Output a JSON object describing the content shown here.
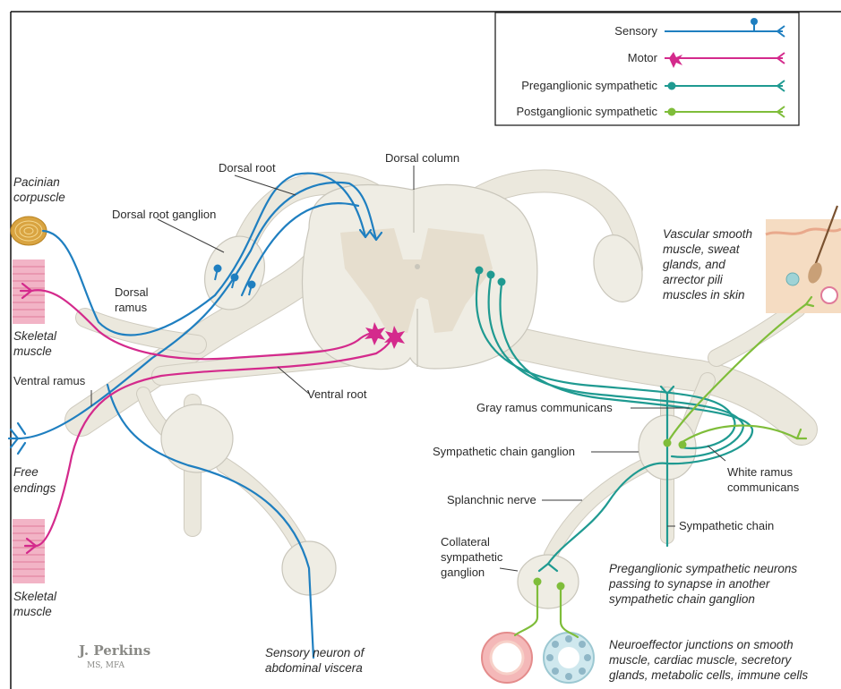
{
  "legend": {
    "items": [
      {
        "label": "Sensory",
        "color": "#1f7fc0",
        "marker": "circle-on-stalk"
      },
      {
        "label": "Motor",
        "color": "#d42a8c",
        "marker": "star"
      },
      {
        "label": "Preganglionic sympathetic",
        "color": "#1f9a91",
        "marker": "dot"
      },
      {
        "label": "Postganglionic sympathetic",
        "color": "#7fbd3a",
        "marker": "dot"
      }
    ]
  },
  "labels": {
    "pacinian_1": "Pacinian",
    "pacinian_2": "corpuscle",
    "dorsal_root_ganglion": "Dorsal root ganglion",
    "dorsal_root": "Dorsal root",
    "dorsal_column": "Dorsal column",
    "dorsal_ramus_1": "Dorsal",
    "dorsal_ramus_2": "ramus",
    "skeletal_muscle_1a": "Skeletal",
    "skeletal_muscle_1b": "muscle",
    "ventral_ramus": "Ventral ramus",
    "ventral_root": "Ventral root",
    "free_endings_1": "Free",
    "free_endings_2": "endings",
    "skeletal_muscle_2a": "Skeletal",
    "skeletal_muscle_2b": "muscle",
    "vascular_1": "Vascular smooth",
    "vascular_2": "muscle, sweat",
    "vascular_3": "glands, and",
    "vascular_4": "arrector pili",
    "vascular_5": "muscles in skin",
    "gray_ramus": "Gray ramus communicans",
    "sympathetic_chain_ganglion": "Sympathetic chain ganglion",
    "white_ramus_1": "White ramus",
    "white_ramus_2": "communicans",
    "splanchnic_nerve": "Splanchnic nerve",
    "sympathetic_chain": "Sympathetic chain",
    "collateral_1": "Collateral",
    "collateral_2": "sympathetic",
    "collateral_3": "ganglion",
    "preganglionic_note_1": "Preganglionic sympathetic neurons",
    "preganglionic_note_2": "passing to synapse in another",
    "preganglionic_note_3": "sympathetic chain ganglion",
    "sensory_neuron_1": "Sensory neuron of",
    "sensory_neuron_2": "abdominal viscera",
    "neuroeffector_1": "Neuroeffector junctions on smooth",
    "neuroeffector_2": "muscle, cardiac muscle, secretory",
    "neuroeffector_3": "glands, metabolic cells, immune cells"
  },
  "signature": {
    "name": "J. Perkins",
    "credentials": "MS, MFA"
  }
}
